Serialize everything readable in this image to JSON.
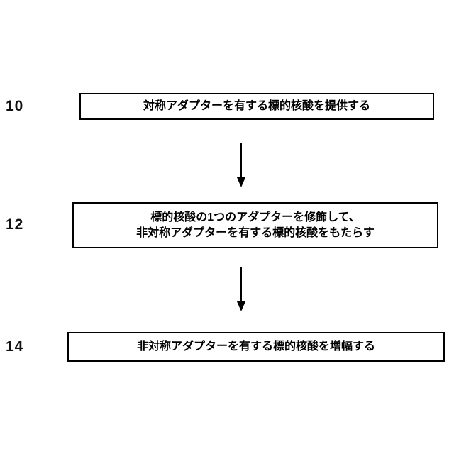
{
  "figure": {
    "background_color": "#ffffff",
    "line_color": "#000000",
    "box_fill_color": "#ffffff",
    "steps": [
      {
        "ref": "10",
        "lines": [
          "対称アダプターを有する標的核酸を提供する"
        ]
      },
      {
        "ref": "12",
        "lines": [
          "標的核酸の1つのアダプターを修飾して、",
          "非対称アダプターを有する標的核酸をもたらす"
        ]
      },
      {
        "ref": "14",
        "lines": [
          "非対称アダプターを有する標的核酸を増幅する"
        ]
      }
    ],
    "arrows": [
      {
        "direction": "down"
      },
      {
        "direction": "down"
      }
    ]
  }
}
